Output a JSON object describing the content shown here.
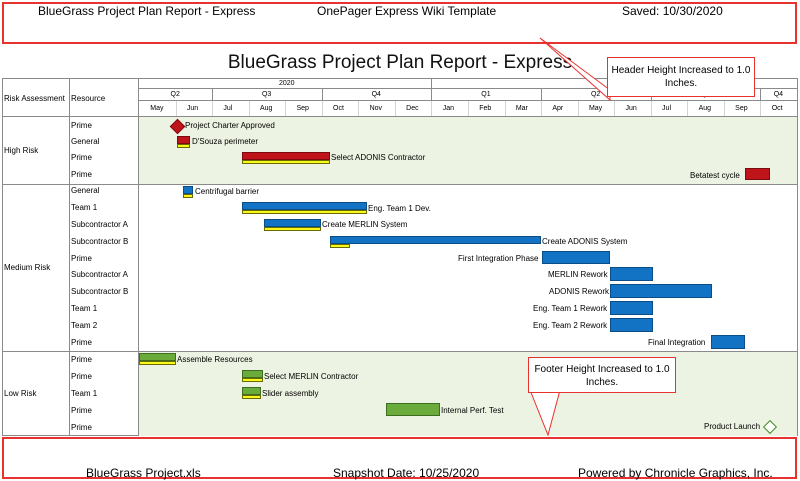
{
  "header": {
    "left": "BlueGrass Project Plan Report - Express",
    "center": "OnePager Express Wiki Template",
    "right": "Saved: 10/30/2020"
  },
  "footer": {
    "left": "BlueGrass Project.xls",
    "center": "Snapshot Date: 10/25/2020",
    "right": "Powered by Chronicle Graphics, Inc."
  },
  "title": "BlueGrass Project Plan Report - Express",
  "columns": {
    "risk": "Risk Assessment",
    "resource": "Resource"
  },
  "timescale": {
    "year": "2020",
    "quarters": [
      "Q2",
      "Q3",
      "Q4",
      "Q1",
      "Q2",
      "Q3",
      "Q4"
    ],
    "months": [
      "May",
      "Jun",
      "Jul",
      "Aug",
      "Sep",
      "Oct",
      "Nov",
      "Dec",
      "Jan",
      "Feb",
      "Mar",
      "Apr",
      "May",
      "Jun",
      "Jul",
      "Aug",
      "Sep",
      "Oct"
    ]
  },
  "groups": {
    "high": "High Risk",
    "medium": "Medium Risk",
    "low": "Low Risk"
  },
  "rows": [
    {
      "resource": "Prime"
    },
    {
      "resource": "General"
    },
    {
      "resource": "Prime"
    },
    {
      "resource": "Prime"
    },
    {
      "resource": "General"
    },
    {
      "resource": "Team 1"
    },
    {
      "resource": "Subcontractor A"
    },
    {
      "resource": "Subcontractor B"
    },
    {
      "resource": "Prime"
    },
    {
      "resource": "Subcontractor A"
    },
    {
      "resource": "Subcontractor B"
    },
    {
      "resource": "Team 1"
    },
    {
      "resource": "Team 2"
    },
    {
      "resource": "Prime"
    },
    {
      "resource": "Prime"
    },
    {
      "resource": "Prime"
    },
    {
      "resource": "Team 1"
    },
    {
      "resource": "Prime"
    },
    {
      "resource": "Prime"
    }
  ],
  "tasks": {
    "t0": "Project Charter Approved",
    "t1": "D'Souza perimeter",
    "t2": "Select ADONIS Contractor",
    "t3": "Betatest cycle",
    "t4": "Centrifugal barrier",
    "t5": "Eng. Team 1 Dev.",
    "t6": "Create MERLIN System",
    "t7": "Create ADONIS System",
    "t8": "First Integration Phase",
    "t9": "MERLIN Rework",
    "t10": "ADONIS Rework",
    "t11": "Eng. Team 1 Rework",
    "t12": "Eng. Team 2 Rework",
    "t13": "Final Integration",
    "t14": "Assemble Resources",
    "t15": "Select MERLIN Contractor",
    "t16": "Slider assembly",
    "t17": "Internal Perf. Test",
    "t18": "Product Launch"
  },
  "callouts": {
    "header_note": "Header Height Increased to 1.0 Inches.",
    "footer_note": "Footer Height Increased to 1.0 Inches."
  },
  "colors": {
    "high": "#c0141b",
    "medium": "#1273c4",
    "low": "#6aab3b",
    "progress": "#f6f91b",
    "band": "#edf3e2",
    "outline": "#e8322f"
  }
}
